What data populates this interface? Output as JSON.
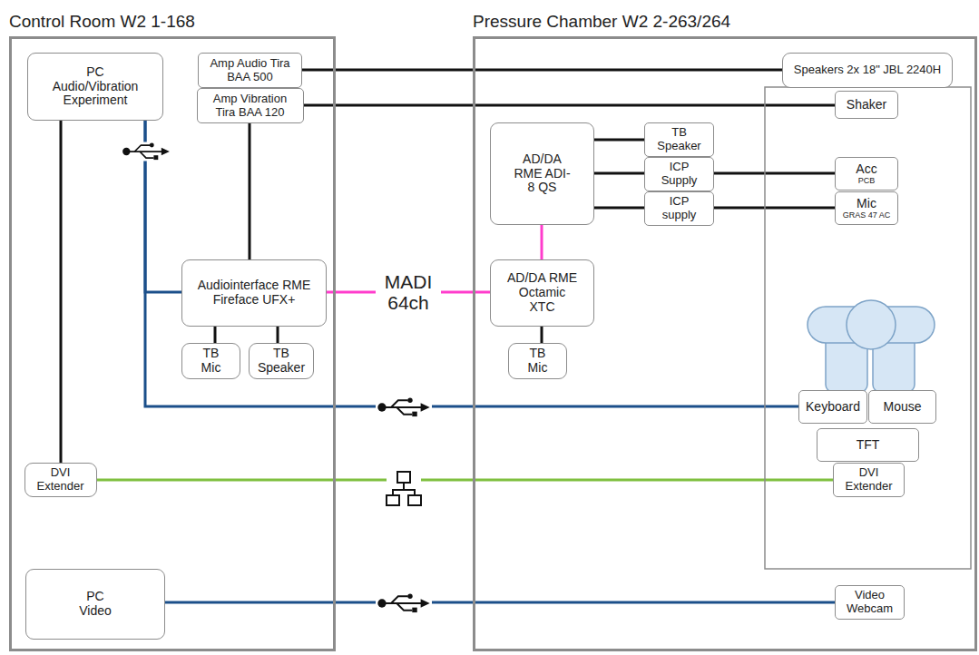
{
  "diagram": {
    "nodes": [
      {
        "text": [
          "Control Room W2 1-168"
        ]
      },
      {
        "text": [
          "Pressure Chamber W2 2-263/264"
        ]
      },
      {
        "text": [
          "PC Audio/Vibration Experiment"
        ],
        "in": 0
      },
      {
        "text": [
          "Amp Audio Tira BAA 500"
        ],
        "in": 0
      },
      {
        "text": [
          "Amp Vibration Tira BAA 120"
        ],
        "in": 0
      },
      {
        "text": [
          "Audiointerface RME Fireface UFX+"
        ],
        "in": 0
      },
      {
        "text": [
          "TB Mic"
        ],
        "in": 0
      },
      {
        "text": [
          "TB Speaker"
        ],
        "in": 0
      },
      {
        "text": [
          "DVI Extender"
        ],
        "in": 0
      },
      {
        "text": [
          "PC Video"
        ],
        "in": 0
      },
      {
        "text": [
          "Speakers 2x 18\" JBL 2240H"
        ],
        "in": 1
      },
      {
        "text": [
          "AD/DA RME ADI-8 QS"
        ],
        "in": 1
      },
      {
        "text": [
          "TB Speaker"
        ],
        "in": 1
      },
      {
        "text": [
          "ICP Supply"
        ],
        "in": 1
      },
      {
        "text": [
          "ICP supply"
        ],
        "in": 1
      },
      {
        "text": [
          "Shaker"
        ],
        "in": 1
      },
      {
        "text": [
          "Acc",
          "PCB"
        ],
        "in": 1
      },
      {
        "text": [
          "Mic",
          "GRAS 47 AC"
        ],
        "in": 1
      },
      {
        "text": [
          "AD/DA RME Octamic XTC"
        ],
        "in": 1
      },
      {
        "text": [
          "TB Mic"
        ],
        "in": 1
      },
      {
        "text": [
          "Keyboard"
        ],
        "in": 1
      },
      {
        "text": [
          "Mouse"
        ],
        "in": 1
      },
      {
        "text": [
          "TFT"
        ],
        "in": 1
      },
      {
        "text": [
          "DVI Extender"
        ],
        "in": 1
      },
      {
        "text": [
          "Video Webcam"
        ],
        "in": 1
      }
    ],
    "edges": [
      {
        "from": 3,
        "to": 10,
        "arrow": "none"
      },
      {
        "from": 4,
        "to": 15,
        "arrow": "none"
      },
      {
        "from": 2,
        "to": 8,
        "arrow": "none"
      },
      {
        "from": 4,
        "to": 5,
        "arrow": "none"
      },
      {
        "from": 2,
        "to": 5,
        "arrow": "none"
      },
      {
        "from": 2,
        "to": 20,
        "arrow": "none"
      },
      {
        "from": 5,
        "to": 18,
        "label": "MADI 64ch",
        "arrow": "none"
      },
      {
        "from": 5,
        "to": 6,
        "arrow": "none"
      },
      {
        "from": 5,
        "to": 7,
        "arrow": "none"
      },
      {
        "from": 18,
        "to": 19,
        "arrow": "none"
      },
      {
        "from": 18,
        "to": 11,
        "arrow": "none"
      },
      {
        "from": 11,
        "to": 12,
        "arrow": "none"
      },
      {
        "from": 11,
        "to": 13,
        "arrow": "none"
      },
      {
        "from": 11,
        "to": 14,
        "arrow": "none"
      },
      {
        "from": 13,
        "to": 16,
        "arrow": "none"
      },
      {
        "from": 14,
        "to": 17,
        "arrow": "none"
      },
      {
        "from": 8,
        "to": 23,
        "arrow": "none"
      },
      {
        "from": 9,
        "to": 24,
        "arrow": "none"
      }
    ]
  }
}
